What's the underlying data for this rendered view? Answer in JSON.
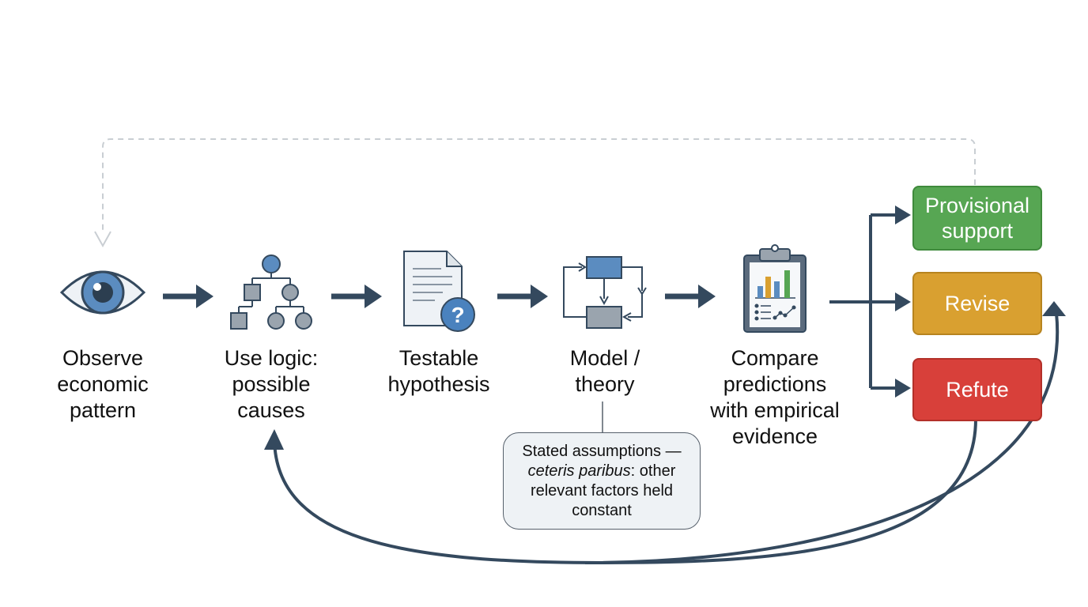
{
  "steps": [
    {
      "lines": [
        "Observe",
        "economic",
        "pattern"
      ],
      "icon": "eye-icon"
    },
    {
      "lines": [
        "Use logic:",
        "possible",
        "causes"
      ],
      "icon": "hierarchy-tree-icon"
    },
    {
      "lines": [
        "Testable",
        "hypothesis"
      ],
      "icon": "document-question-icon"
    },
    {
      "lines": [
        "Model /",
        "theory"
      ],
      "icon": "model-cycle-icon"
    },
    {
      "lines": [
        "Compare",
        "predictions",
        "with empirical",
        "evidence"
      ],
      "icon": "clipboard-chart-icon"
    }
  ],
  "outcomes": [
    {
      "lines": [
        "Provisional",
        "support"
      ],
      "color": "#57a653",
      "border": "#3f8a3c"
    },
    {
      "lines": [
        "Revise"
      ],
      "color": "#d9a030",
      "border": "#b7841f"
    },
    {
      "lines": [
        "Refute"
      ],
      "color": "#d8403a",
      "border": "#b33029"
    }
  ],
  "assumption_note": {
    "line1": "Stated assumptions —",
    "line2_italic": "ceteris paribus",
    "line2_rest": ": other",
    "line3": "relevant factors held",
    "line4": "constant"
  },
  "colors": {
    "arrow": "#34495e",
    "icon_blue": "#5b8cc0",
    "icon_gray": "#9aa4ae",
    "dashed_loop": "#c9ced3"
  }
}
